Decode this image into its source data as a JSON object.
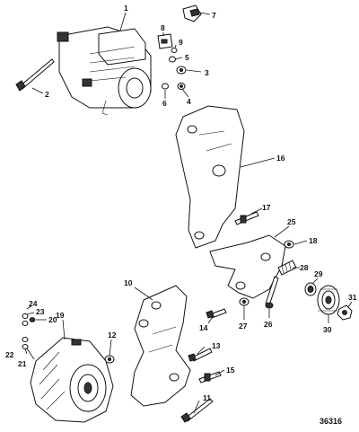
{
  "figure_number": "36316",
  "callouts": [
    {
      "id": "c1",
      "text": "1"
    },
    {
      "id": "c2",
      "text": "2"
    },
    {
      "id": "c3",
      "text": "3"
    },
    {
      "id": "c4",
      "text": "4"
    },
    {
      "id": "c5",
      "text": "5"
    },
    {
      "id": "c6",
      "text": "6"
    },
    {
      "id": "c7",
      "text": "7"
    },
    {
      "id": "c8",
      "text": "8"
    },
    {
      "id": "c9",
      "text": "9"
    },
    {
      "id": "c10",
      "text": "10"
    },
    {
      "id": "c11",
      "text": "11"
    },
    {
      "id": "c12",
      "text": "12"
    },
    {
      "id": "c13",
      "text": "13"
    },
    {
      "id": "c14",
      "text": "14"
    },
    {
      "id": "c15",
      "text": "15"
    },
    {
      "id": "c16",
      "text": "16"
    },
    {
      "id": "c17",
      "text": "17"
    },
    {
      "id": "c18",
      "text": "18"
    },
    {
      "id": "c19",
      "text": "19"
    },
    {
      "id": "c20",
      "text": "20"
    },
    {
      "id": "c21",
      "text": "21"
    },
    {
      "id": "c22",
      "text": "22"
    },
    {
      "id": "c23",
      "text": "23"
    },
    {
      "id": "c24",
      "text": "24"
    },
    {
      "id": "c25",
      "text": "25"
    },
    {
      "id": "c26",
      "text": "26"
    },
    {
      "id": "c27",
      "text": "27"
    },
    {
      "id": "c28",
      "text": "28"
    },
    {
      "id": "c29",
      "text": "29"
    },
    {
      "id": "c30",
      "text": "30"
    },
    {
      "id": "c31",
      "text": "31"
    }
  ]
}
